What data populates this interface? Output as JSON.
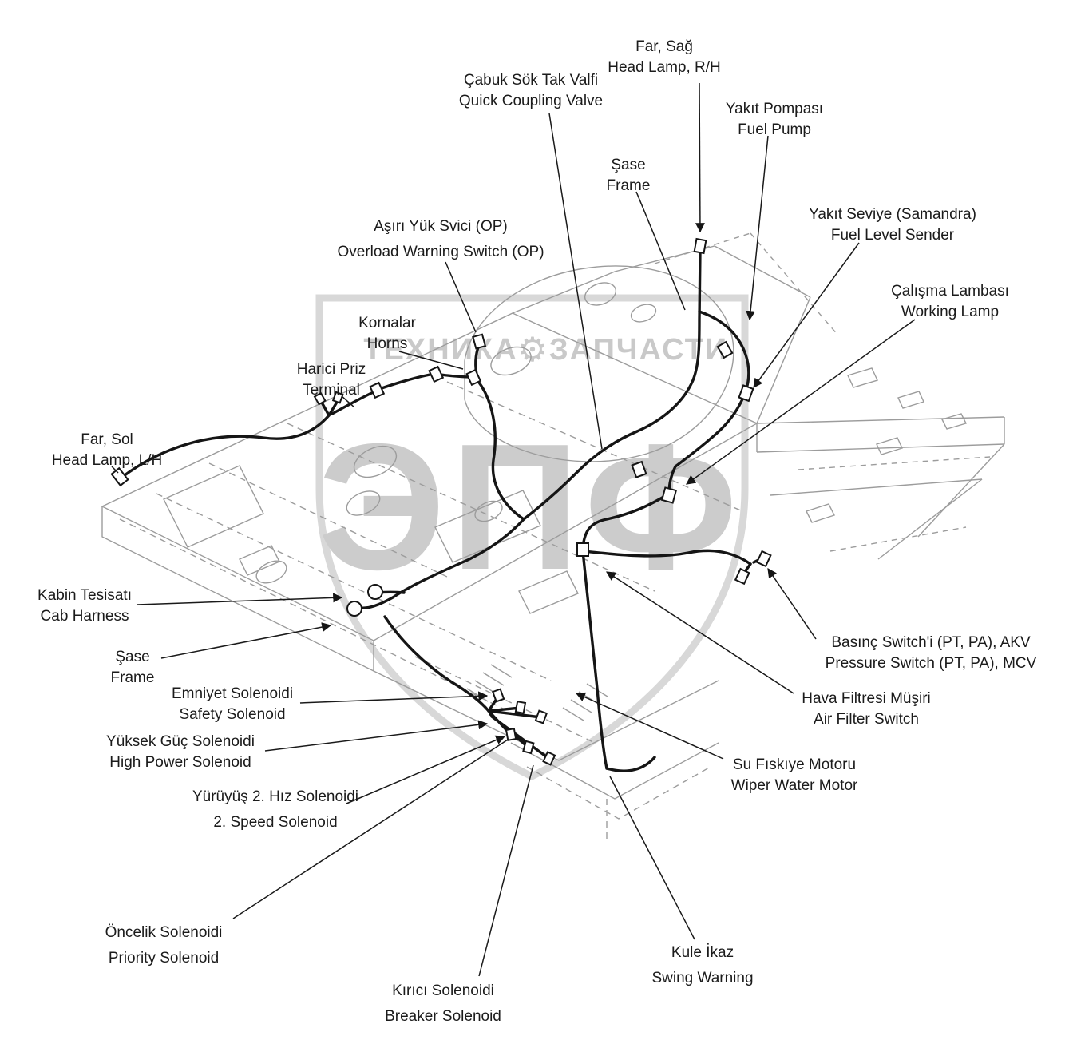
{
  "watermark": {
    "text_left": "ТЕХНИКА",
    "gear_icon": "⚙",
    "text_right": "ЗАПЧАСТИ",
    "monogram": "ЭПФ",
    "color": "#c9c9c9"
  },
  "labels": [
    {
      "id": "head-lamp-rh",
      "tr": "Far, Sağ",
      "en": "Head Lamp, R/H"
    },
    {
      "id": "quick-coupling-valve",
      "tr": "Çabuk Sök Tak Valfi",
      "en": "Quick Coupling Valve"
    },
    {
      "id": "fuel-pump",
      "tr": "Yakıt Pompası",
      "en": "Fuel Pump"
    },
    {
      "id": "frame-upper",
      "tr": "Şase",
      "en": "Frame"
    },
    {
      "id": "fuel-level-sender",
      "tr": "Yakıt Seviye (Samandra)",
      "en": "Fuel Level Sender"
    },
    {
      "id": "working-lamp",
      "tr": "Çalışma Lambası",
      "en": "Working Lamp"
    },
    {
      "id": "overload-warning-switch",
      "tr": "Aşırı Yük Svici (OP)",
      "en": "Overload Warning Switch (OP)"
    },
    {
      "id": "horns",
      "tr": "Kornalar",
      "en": "Horns"
    },
    {
      "id": "terminal",
      "tr": "Harici Priz",
      "en": "Terminal"
    },
    {
      "id": "head-lamp-lh",
      "tr": "Far, Sol",
      "en": "Head Lamp, L/H"
    },
    {
      "id": "cab-harness",
      "tr": "Kabin Tesisatı",
      "en": "Cab Harness"
    },
    {
      "id": "frame-left",
      "tr": "Şase",
      "en": "Frame"
    },
    {
      "id": "safety-solenoid",
      "tr": "Emniyet Solenoidi",
      "en": "Safety Solenoid"
    },
    {
      "id": "high-power-solenoid",
      "tr": "Yüksek Güç Solenoidi",
      "en": "High Power Solenoid"
    },
    {
      "id": "speed-solenoid",
      "tr": "Yürüyüş 2. Hız Solenoidi",
      "en": "2. Speed Solenoid"
    },
    {
      "id": "pressure-switch",
      "tr": "Basınç Switch'i (PT, PA), AKV",
      "en": "Pressure Switch (PT, PA), MCV"
    },
    {
      "id": "air-filter-switch",
      "tr": "Hava Filtresi Müşiri",
      "en": "Air Filter Switch"
    },
    {
      "id": "wiper-water-motor",
      "tr": "Su Fıskıye Motoru",
      "en": "Wiper Water Motor"
    },
    {
      "id": "priority-solenoid",
      "tr": "Öncelik Solenoidi",
      "en": "Priority Solenoid"
    },
    {
      "id": "breaker-solenoid",
      "tr": "Kırıcı Solenoidi",
      "en": "Breaker Solenoid"
    },
    {
      "id": "swing-warning",
      "tr": "Kule İkaz",
      "en": "Swing Warning"
    }
  ]
}
